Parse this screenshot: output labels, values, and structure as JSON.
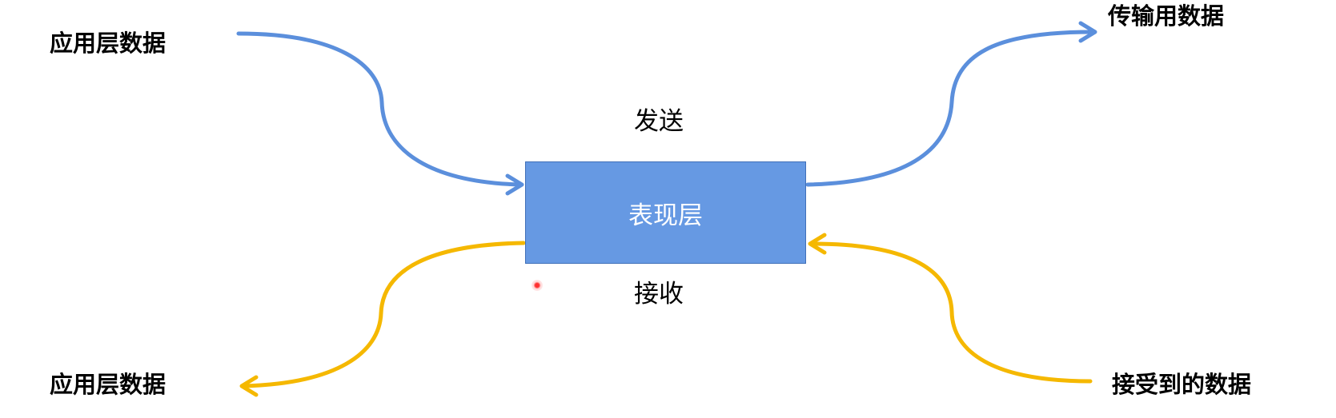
{
  "labels": {
    "top_left": "应用层数据",
    "top_right": "传输用数据",
    "bottom_left": "应用层数据",
    "bottom_right": "接受到的数据",
    "send": "发送",
    "receive": "接收",
    "center_box": "表现层"
  },
  "colors": {
    "send_arrow": "#5b8fdc",
    "receive_arrow": "#f5b800",
    "box_fill": "#6699e3",
    "box_border": "#3f6fb8",
    "box_text": "#ffffff",
    "label_text": "#000000",
    "cursor": "#ff3030"
  }
}
